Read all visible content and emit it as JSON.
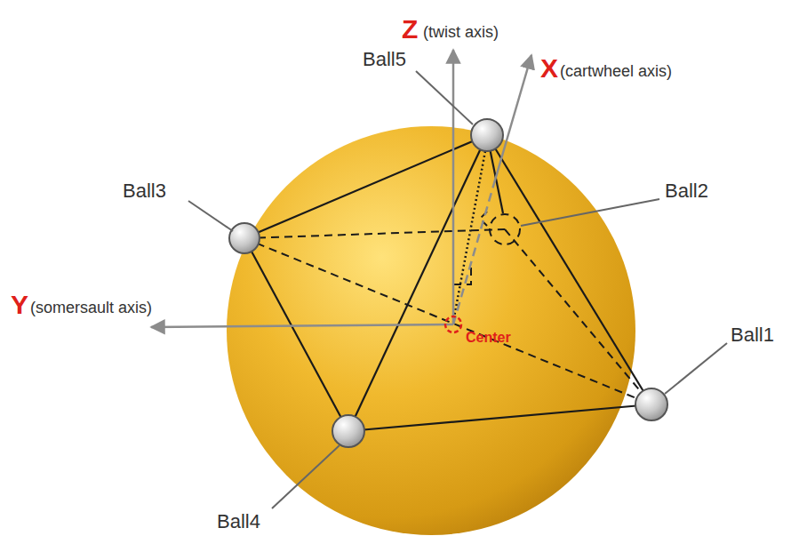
{
  "diagram": {
    "labels": [
      "Z",
      "(twist axis)",
      "Ball5",
      "X",
      "(cartwheel axis)",
      "Ball3",
      "Ball2",
      "Y",
      "(somersault axis)",
      "Center",
      "Ball1",
      "Ball4"
    ]
  }
}
